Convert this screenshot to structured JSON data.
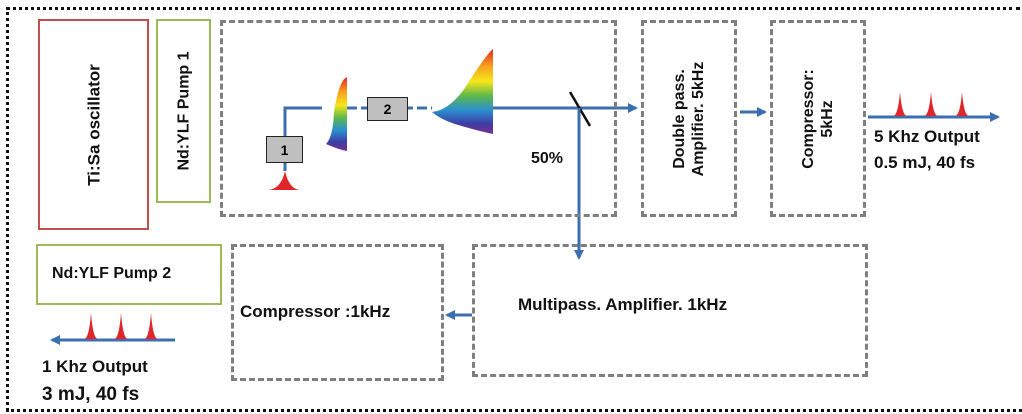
{
  "diagram": {
    "oscillator": "Ti:Sa oscillator",
    "pump1": "Nd:YLF Pump 1",
    "pump2": "Nd:YLF Pump 2",
    "stretcher_labels": [
      "1",
      "2"
    ],
    "split_ratio": "50%",
    "double_pass": [
      "Double pass.",
      "Amplifier. 5kHz"
    ],
    "compressor_5k": [
      "Compressor:",
      "5kHz"
    ],
    "output_5k": [
      "5 Khz Output",
      "0.5 mJ, 40 fs"
    ],
    "multipass": "Multipass. Amplifier. 1kHz",
    "compressor_1k": "Compressor :1kHz",
    "output_1k": [
      "1 Khz Output",
      "3 mJ, 40 fs"
    ]
  },
  "colors": {
    "beam": "#3c6fb0",
    "pulse": "#e0262b",
    "oscillator_border": "#c0504d",
    "pump_border": "#9bbb59",
    "dashed_border": "#7f7f7f"
  }
}
